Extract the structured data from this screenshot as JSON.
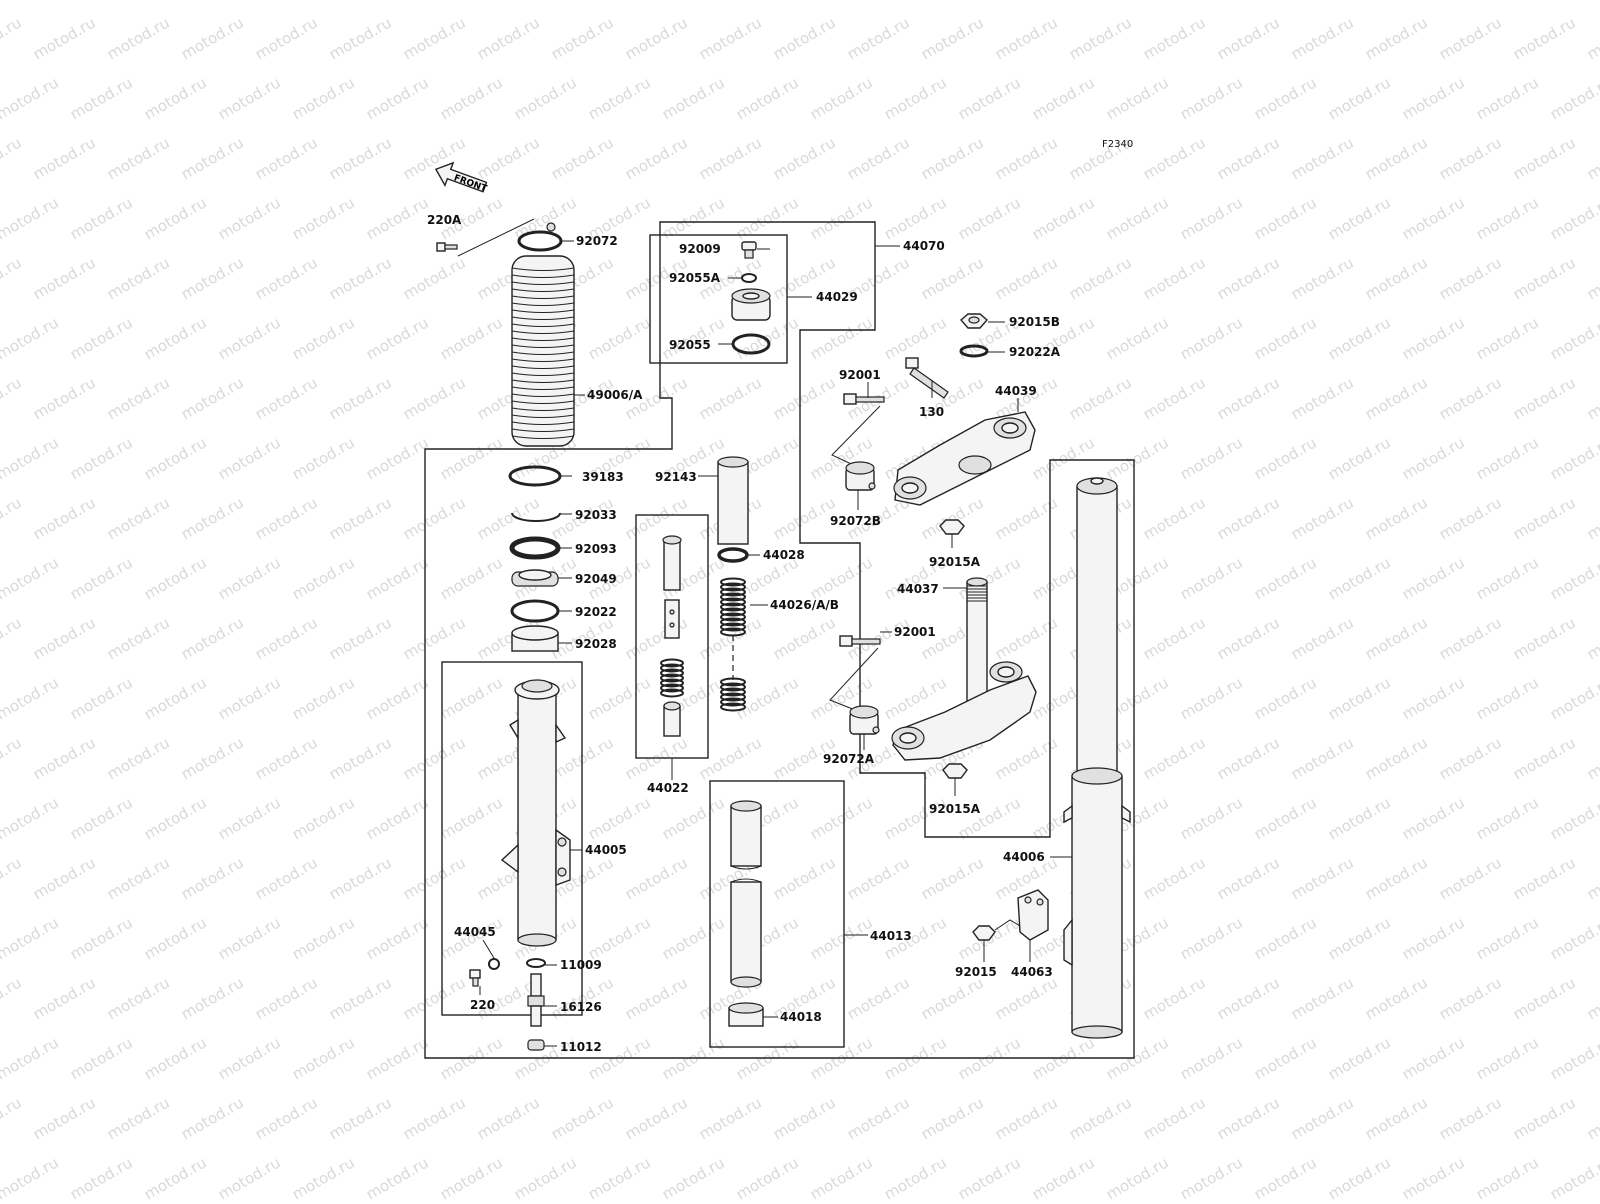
{
  "diagram": {
    "code": "F2340",
    "front_label": "FRONT",
    "watermark": "motod.ru",
    "parts": {
      "p220A": "220A",
      "p92072": "92072",
      "p92009": "92009",
      "p92055A": "92055A",
      "p44029": "44029",
      "p92055": "92055",
      "p44070": "44070",
      "p92015B": "92015B",
      "p92022A": "92022A",
      "p92001_top": "92001",
      "p130": "130",
      "p44039": "44039",
      "p49006A": "49006/A",
      "p39183": "39183",
      "p92143": "92143",
      "p92033": "92033",
      "p92072B": "92072B",
      "p92093": "92093",
      "p44028": "44028",
      "p92015A_top": "92015A",
      "p92049": "92049",
      "p44026AB": "44026/A/B",
      "p44037": "44037",
      "p92022": "92022",
      "p92001_bottom": "92001",
      "p92028": "92028",
      "p92072A": "92072A",
      "p44022": "44022",
      "p92015A_bottom": "92015A",
      "p44005": "44005",
      "p44006": "44006",
      "p44013": "44013",
      "p44045": "44045",
      "p11009": "11009",
      "p92015": "92015",
      "p44063": "44063",
      "p220": "220",
      "p16126": "16126",
      "p44018": "44018",
      "p11012": "11012"
    }
  }
}
